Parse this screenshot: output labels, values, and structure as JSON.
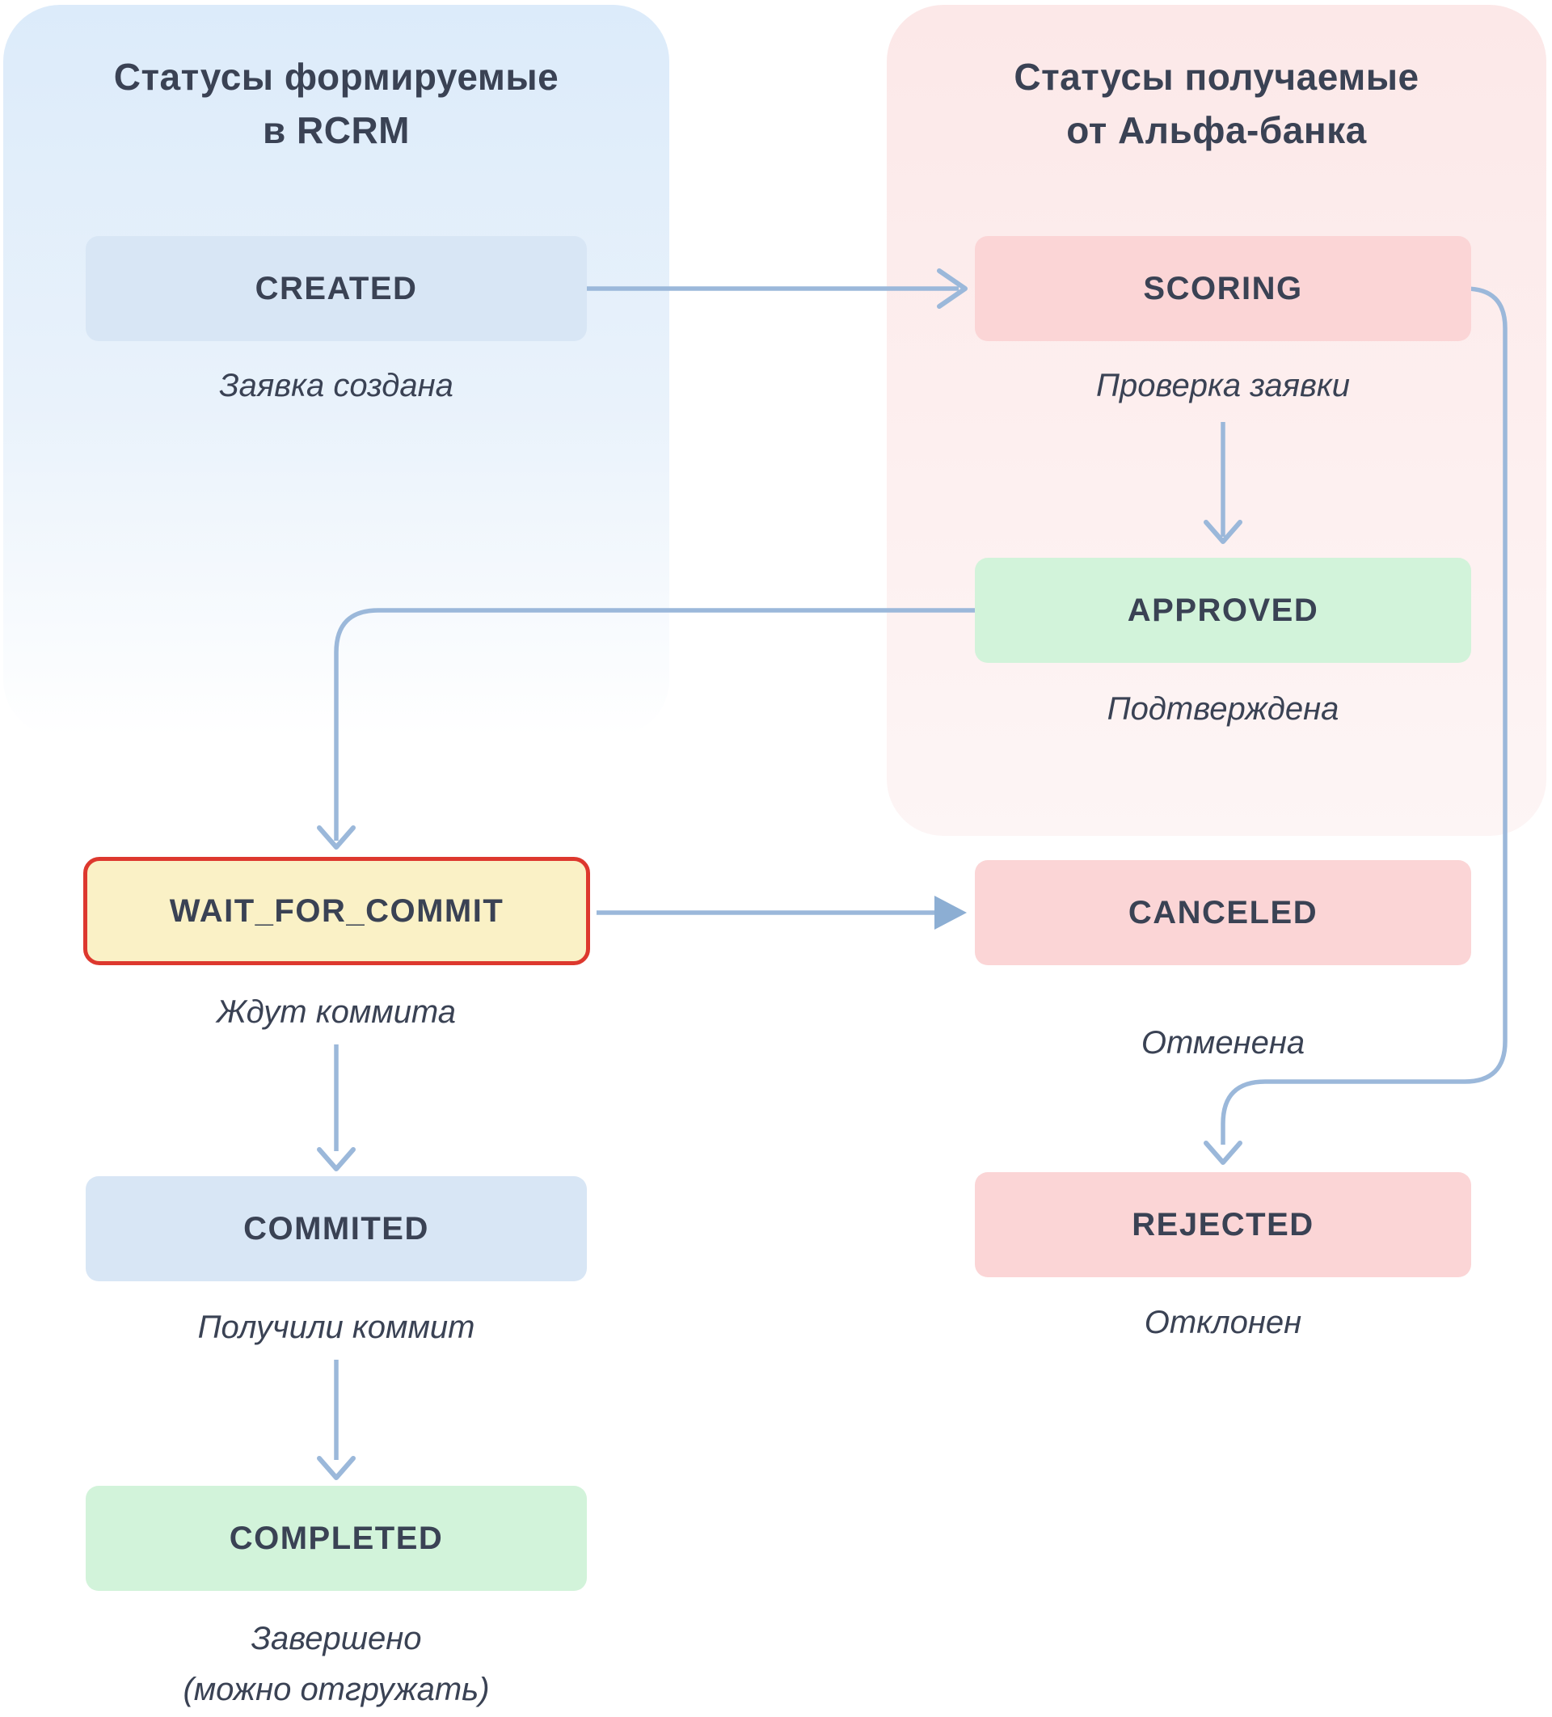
{
  "diagram": {
    "left_panel": {
      "title_line1": "Статусы формируемые",
      "title_line2": "в RCRM"
    },
    "right_panel": {
      "title_line1": "Статусы получаемые",
      "title_line2": "от Альфа-банка"
    },
    "nodes": {
      "created": {
        "label": "CREATED",
        "desc": "Заявка создана"
      },
      "scoring": {
        "label": "SCORING",
        "desc": "Проверка заявки"
      },
      "approved": {
        "label": "APPROVED",
        "desc": "Подтверждена"
      },
      "wait_for_commit": {
        "label": "WAIT_FOR_COMMIT",
        "desc": "Ждут коммита"
      },
      "canceled": {
        "label": "CANCELED",
        "desc": "Отменена"
      },
      "commited": {
        "label": "COMMITED",
        "desc": "Получили коммит"
      },
      "rejected": {
        "label": "REJECTED",
        "desc": "Отклонен"
      },
      "completed": {
        "label": "COMPLETED",
        "desc": "Завершено",
        "desc2": "(можно отгружать)"
      }
    },
    "edges": [
      {
        "from": "created",
        "to": "scoring"
      },
      {
        "from": "scoring",
        "to": "approved"
      },
      {
        "from": "approved",
        "to": "wait_for_commit"
      },
      {
        "from": "wait_for_commit",
        "to": "canceled"
      },
      {
        "from": "wait_for_commit",
        "to": "commited"
      },
      {
        "from": "commited",
        "to": "completed"
      },
      {
        "from": "scoring",
        "to": "rejected"
      }
    ],
    "colors": {
      "status_blue": "#d8e6f5",
      "status_pink": "#fbd5d6",
      "status_green": "#d2f3da",
      "status_yellow": "#faf1c6",
      "highlight_border_red": "#dd382e",
      "arrow_blue": "#9bb8da",
      "arrow_solid": "#8caed3",
      "text_navy": "#3a4254",
      "panel_blue": "#dcebfa",
      "panel_pink": "#fce8e8"
    }
  }
}
